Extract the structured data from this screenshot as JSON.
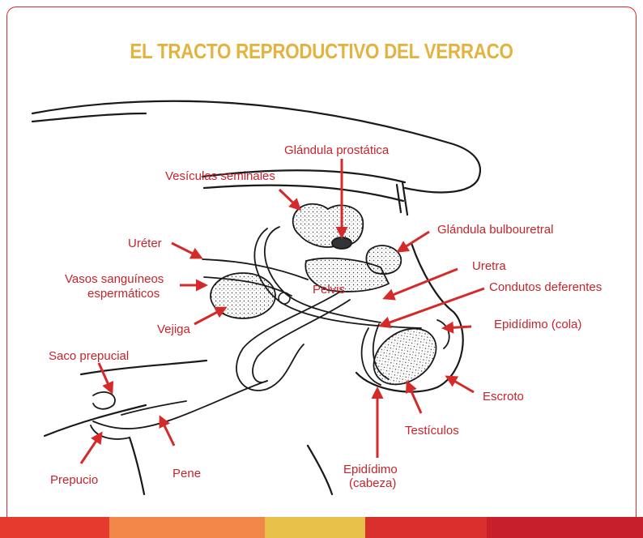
{
  "title": "EL TRACTO REPRODUCTIVO DEL VERRACO",
  "colors": {
    "title": "#e3b340",
    "label": "#c8232a",
    "arrow": "#d42a2a",
    "outline": "#1a1a1a",
    "frame": "#d92b2b",
    "stripes": [
      "#e63a2e",
      "#f08648",
      "#e8c14a",
      "#d9302e",
      "#c8202a"
    ]
  },
  "labels": {
    "prostatica": "Glándula prostática",
    "vesiculas": "Vesículas seminales",
    "bulbouretral": "Glándula bulbouretral",
    "ureter": "Uréter",
    "uretra": "Uretra",
    "vasos_1": "Vasos sanguíneos",
    "vasos_2": "espermáticos",
    "pelvis": "Pelvis",
    "conductos": "Condutos deferentes",
    "vejiga": "Vejiga",
    "epididimo_cola": "Epidídimo (cola)",
    "saco": "Saco prepucial",
    "escroto": "Escroto",
    "testiculos": "Testículos",
    "pene": "Pene",
    "prepucio": "Prepucio",
    "epididimo_cabeza_1": "Epidídimo",
    "epididimo_cabeza_2": "(cabeza)"
  }
}
